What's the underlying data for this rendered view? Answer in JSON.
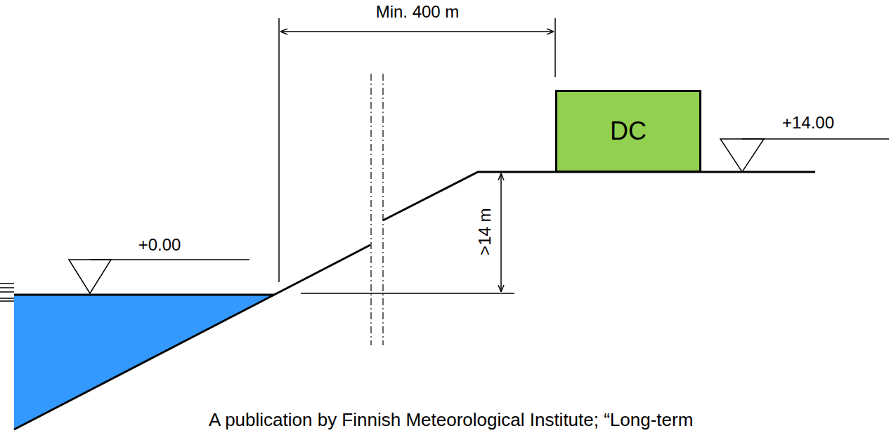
{
  "diagram": {
    "caption": "A publication by Finnish Meteorological Institute; “Long-term",
    "nodes": [
      {
        "text": [
          "DC"
        ]
      }
    ],
    "labels": [
      "Min. 400 m",
      "+14.00",
      "+0.00",
      ">14 m"
    ]
  }
}
